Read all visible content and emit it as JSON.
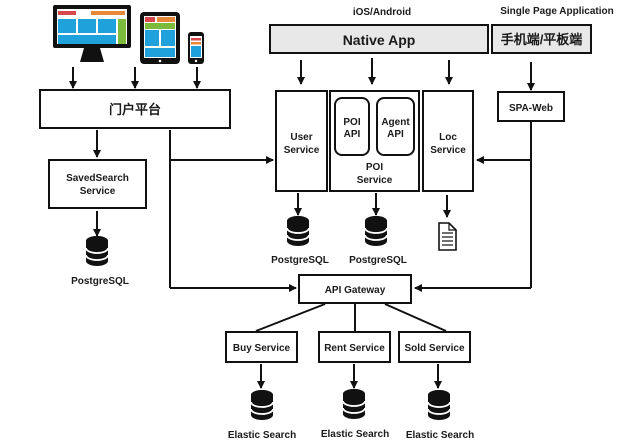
{
  "labels": {
    "ios_android": "iOS/Android",
    "spa_caption": "Single Page Application"
  },
  "top_bars": {
    "native_app": "Native App",
    "mobile_tablet": "手机端/平板端"
  },
  "portal": "门户平台",
  "services": {
    "saved_search": [
      "SavedSearch",
      "Service"
    ],
    "user": [
      "User",
      "Service"
    ],
    "poi": [
      "POI",
      "Service"
    ],
    "poi_api": [
      "POI",
      "API"
    ],
    "agent_api": [
      "Agent",
      "API"
    ],
    "loc": [
      "Loc",
      "Service"
    ],
    "spa_web": "SPA-Web",
    "api_gateway": "API Gateway",
    "buy": "Buy Service",
    "rent": "Rent Service",
    "sold": "Sold Service"
  },
  "stores": {
    "saved_search_db": "PostgreSQL",
    "user_db": "PostgreSQL",
    "poi_db": "PostgreSQL",
    "buy_db": "Elastic Search",
    "rent_db": "Elastic Search",
    "sold_db": "Elastic Search"
  },
  "icons": {
    "devices": [
      "desktop-monitor-icon",
      "tablet-icon",
      "phone-icon"
    ],
    "database": "database-icon",
    "file": "document-file-icon"
  },
  "colors": {
    "red": "#d9474b",
    "orange": "#e8893a",
    "blue": "#1fa1db",
    "green": "#7dbb3c",
    "bar_fill": "#e8e8e8",
    "ink": "#111111"
  }
}
